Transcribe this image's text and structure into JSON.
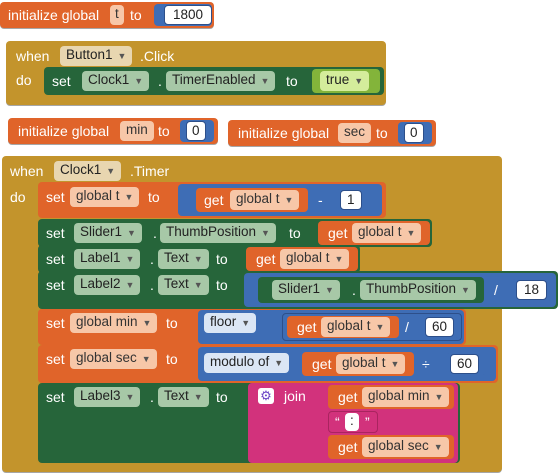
{
  "blocks": {
    "init_t": {
      "label": "initialize global",
      "var": "t",
      "to": "to",
      "value": "1800"
    },
    "button_click": {
      "when": "when",
      "component": "Button1",
      "event": ".Click",
      "do": "do",
      "set": "set",
      "target": "Clock1",
      "dot": ".",
      "property": "TimerEnabled",
      "to": "to",
      "value": "true"
    },
    "init_min": {
      "label": "initialize global",
      "var": "min",
      "to": "to",
      "value": "0"
    },
    "init_sec": {
      "label": "initialize global",
      "var": "sec",
      "to": "to",
      "value": "0"
    },
    "clock_timer": {
      "when": "when",
      "component": "Clock1",
      "event": ".Timer",
      "do": "do",
      "row1": {
        "set": "set",
        "var": "global t",
        "to": "to",
        "get": "get",
        "getvar": "global t",
        "op": "-",
        "value": "1"
      },
      "row2": {
        "set": "set",
        "comp": "Slider1",
        "dot": ".",
        "prop": "ThumbPosition",
        "to": "to",
        "get": "get",
        "getvar": "global t"
      },
      "row3": {
        "set": "set",
        "comp": "Label1",
        "dot": ".",
        "prop": "Text",
        "to": "to",
        "get": "get",
        "getvar": "global t"
      },
      "row4": {
        "set": "set",
        "comp": "Label2",
        "dot": ".",
        "prop": "Text",
        "to": "to",
        "comp2": "Slider1",
        "dot2": ".",
        "prop2": "ThumbPosition",
        "op": "/",
        "value": "18"
      },
      "row5": {
        "set": "set",
        "var": "global min",
        "to": "to",
        "fn": "floor",
        "get": "get",
        "getvar": "global t",
        "op": "/",
        "value": "60"
      },
      "row6": {
        "set": "set",
        "var": "global sec",
        "to": "to",
        "fn": "modulo of",
        "get": "get",
        "getvar": "global t",
        "op": "÷",
        "value": "60"
      },
      "row7": {
        "set": "set",
        "comp": "Label3",
        "dot": ".",
        "prop": "Text",
        "to": "to",
        "join": "join",
        "get1": "get",
        "getvar1": "global min",
        "str": ":",
        "get2": "get",
        "getvar2": "global sec"
      }
    }
  },
  "colors": {
    "variables": "#e0642a",
    "components": "#26653a",
    "math": "#3e6db5",
    "events": "#c3942c",
    "text": "#d2327c",
    "logic": "#83b43a"
  }
}
